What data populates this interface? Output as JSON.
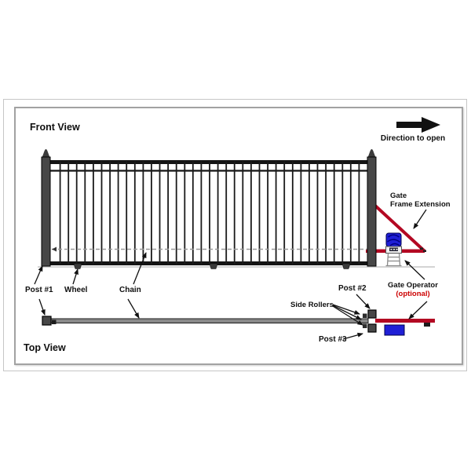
{
  "front_view": {
    "title": "Front View",
    "direction_label": "Direction to open",
    "labels": {
      "post1": "Post #1",
      "wheel": "Wheel",
      "chain": "Chain",
      "gate_frame_extension_1": "Gate",
      "gate_frame_extension_2": "Frame Extension",
      "gate_operator": "Gate Operator",
      "gate_operator_note": "(optional)"
    }
  },
  "top_view": {
    "title": "Top View",
    "labels": {
      "post2": "Post #2",
      "side_rollers": "Side Rollers",
      "post3": "Post #3"
    }
  },
  "icons": {
    "direction": "right-block-arrow"
  },
  "colors": {
    "extension_red": "#b30822",
    "operator_blue": "#1f1fd6",
    "operator_navy": "#000080",
    "optional_red": "#cc0000",
    "post_gray": "#474747",
    "rail_gray": "#8a8a8a",
    "ground_gray": "#c6c6c6",
    "line_black": "#111111"
  }
}
